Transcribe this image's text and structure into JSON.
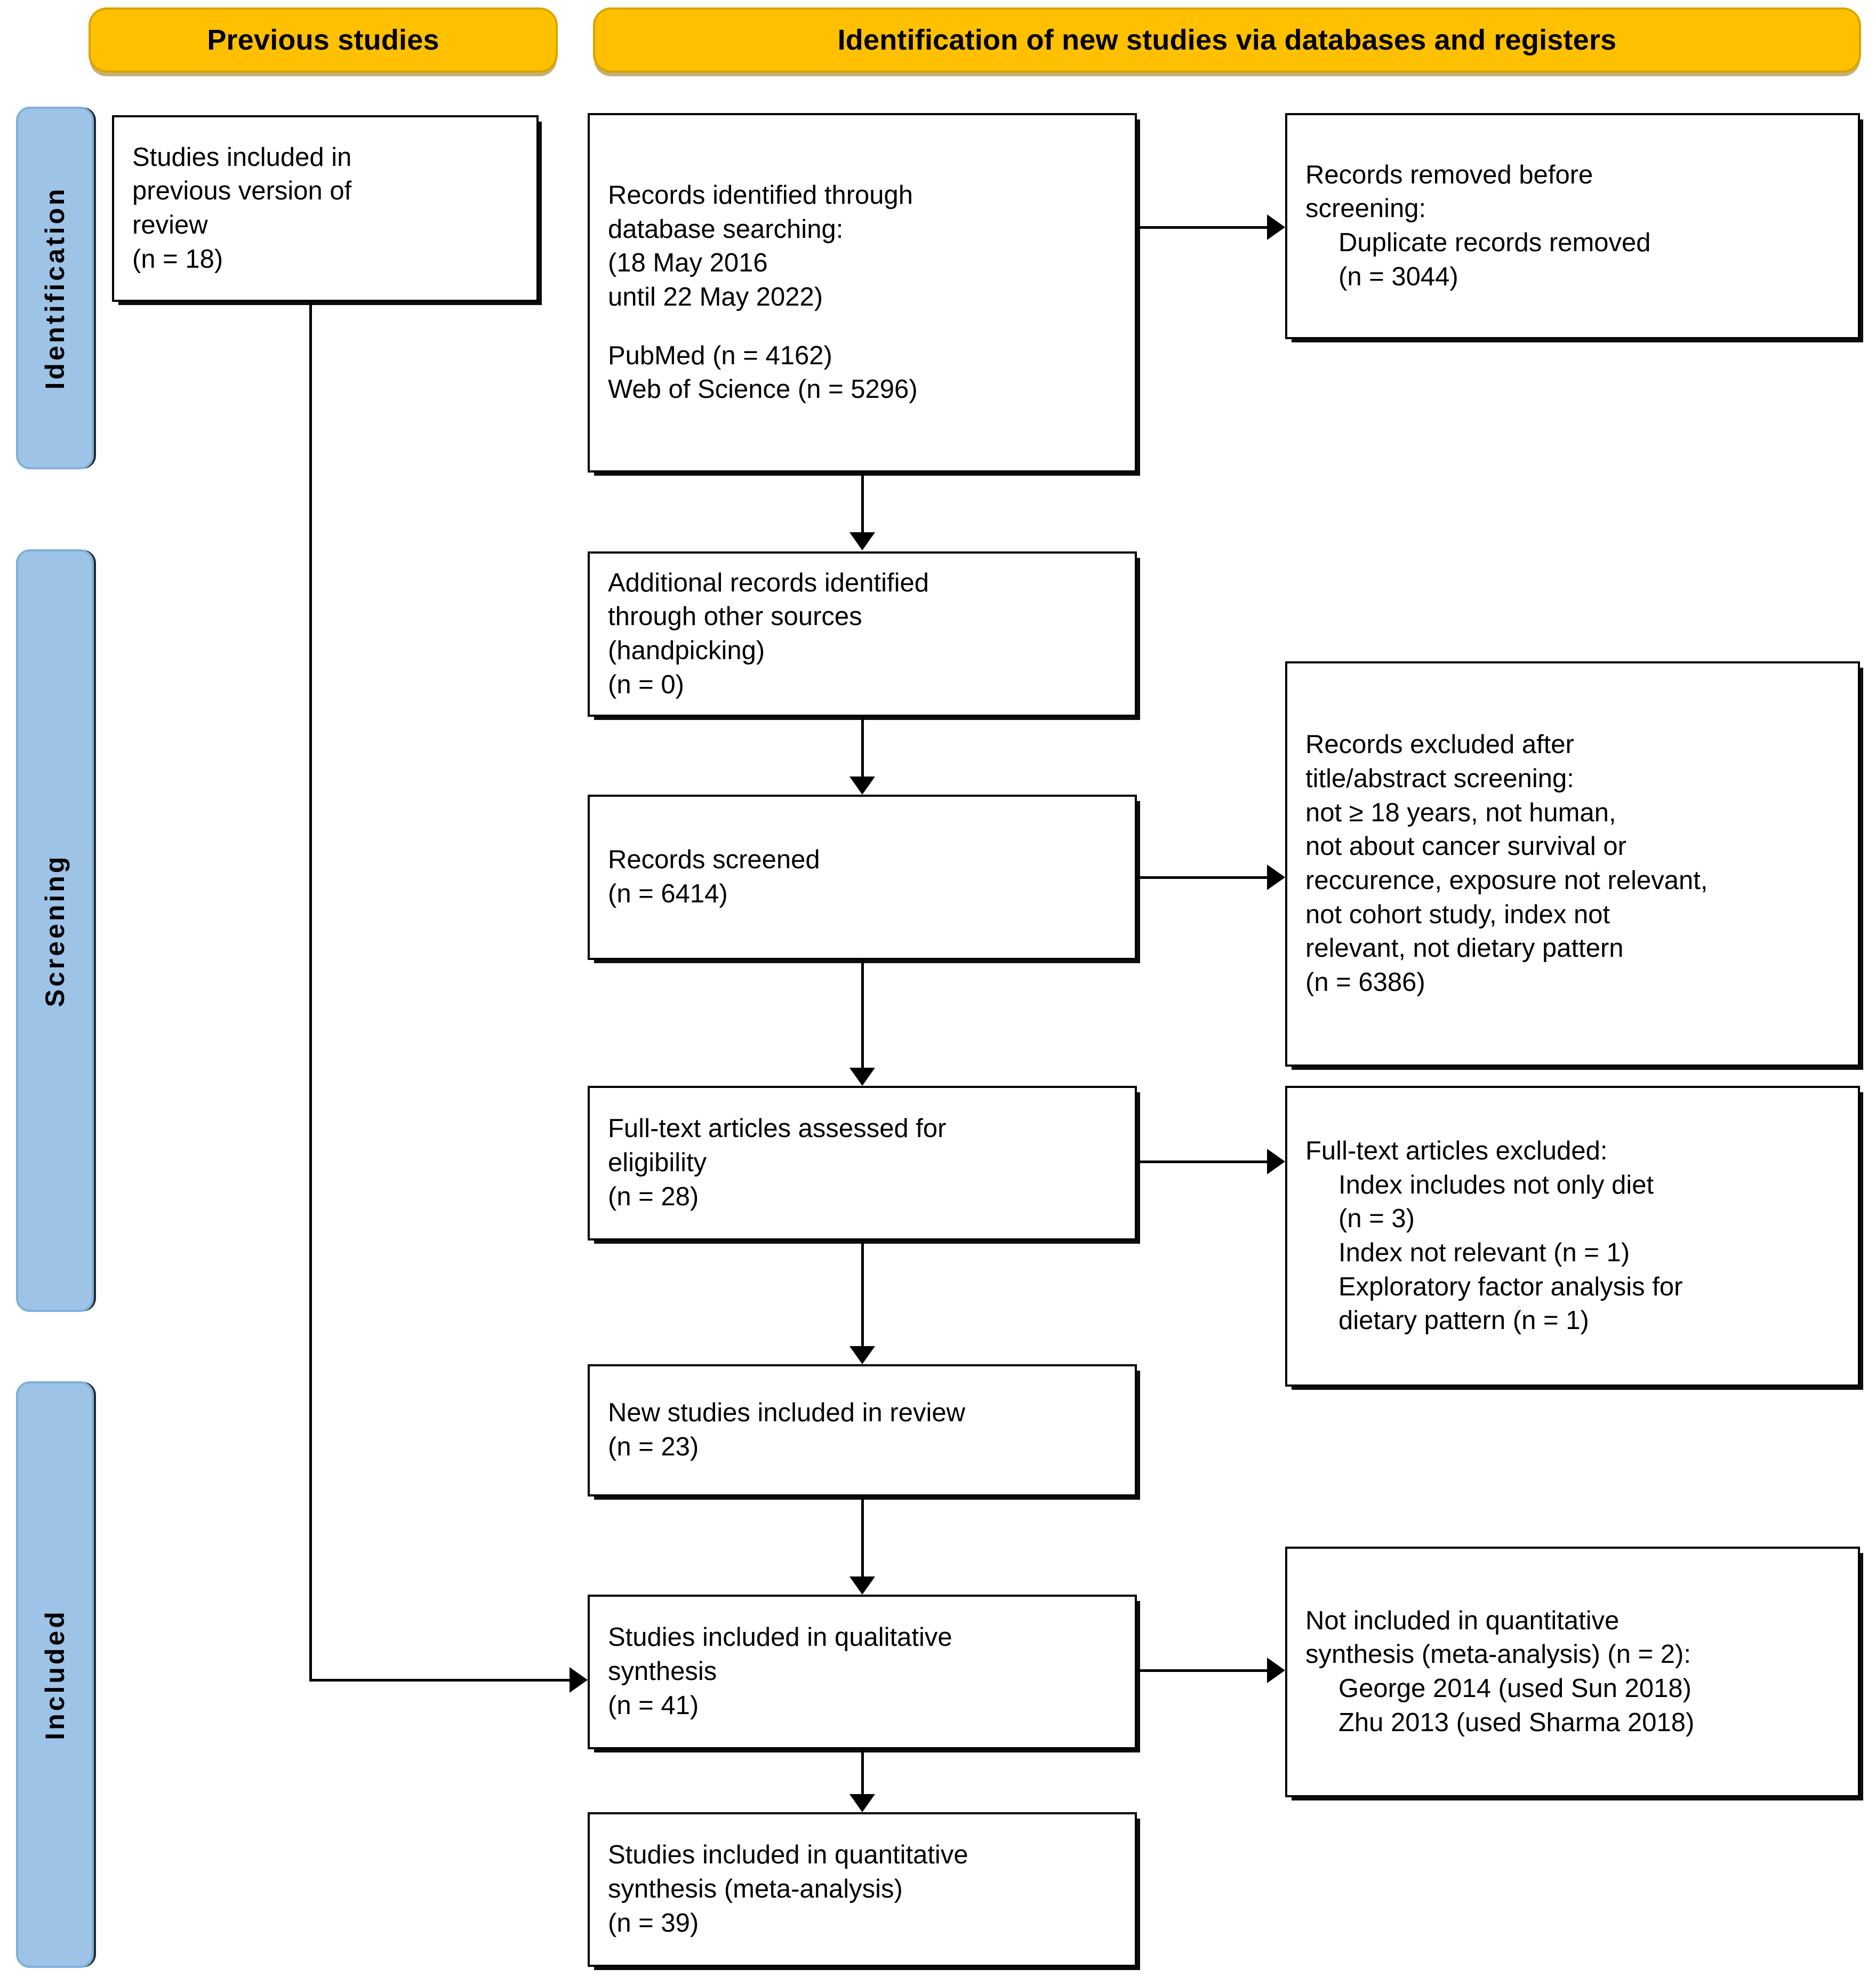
{
  "diagram": {
    "title": "PRISMA flow diagram",
    "colors": {
      "header_fill": "#FFC000",
      "header_border": "#D9A400",
      "rail_fill": "#9DC3E6",
      "rail_border": "#7FB0DC",
      "box_border": "#000000",
      "page_background": "#FFFFFF"
    }
  },
  "headers": [
    {
      "id": "previous-studies",
      "label": "Previous studies"
    },
    {
      "id": "identification-databases",
      "label": "Identification of new studies via databases and registers"
    }
  ],
  "stages": [
    {
      "id": "identification",
      "label": "Identification"
    },
    {
      "id": "screening",
      "label": "Screening"
    },
    {
      "id": "included",
      "label": "Included"
    }
  ],
  "boxes": {
    "previous_version": {
      "lines": [
        "Studies included in",
        "previous version of",
        "review",
        "(n = 18)"
      ]
    },
    "records_identified": {
      "lines": [
        "Records identified through",
        "database searching:",
        "(18 May 2016",
        "until 22 May 2022)"
      ],
      "sources": [
        "PubMed (n = 4162)",
        "Web of Science (n = 5296)"
      ]
    },
    "records_removed": {
      "lines": [
        "Records removed before",
        "screening:"
      ],
      "indented": [
        "Duplicate records removed",
        "(n = 3044)"
      ]
    },
    "additional_records": {
      "lines": [
        "Additional records identified",
        "through other sources",
        "(handpicking)",
        "(n = 0)"
      ]
    },
    "records_screened": {
      "lines": [
        "Records screened",
        "(n = 6414)"
      ]
    },
    "records_excluded": {
      "lines": [
        "Records excluded after",
        "title/abstract screening:",
        "not ≥ 18 years, not human,",
        "not about cancer survival or",
        "reccurence, exposure not relevant,",
        "not cohort study, index not",
        "relevant, not dietary pattern",
        "(n = 6386)"
      ]
    },
    "fulltext_assessed": {
      "lines": [
        "Full-text articles assessed for",
        "eligibility",
        "(n = 28)"
      ]
    },
    "fulltext_excluded": {
      "lines": [
        "Full-text articles excluded:"
      ],
      "indented": [
        "Index includes not only diet",
        "(n = 3)",
        "Index not relevant (n = 1)",
        "Exploratory factor analysis for",
        "dietary pattern (n = 1)"
      ]
    },
    "new_studies": {
      "lines": [
        "New studies included in review",
        "(n = 23)"
      ]
    },
    "qualitative_synthesis": {
      "lines": [
        "Studies included in qualitative",
        "synthesis",
        "(n = 41)"
      ]
    },
    "not_included_quantitative": {
      "lines": [
        "Not included in quantitative",
        "synthesis (meta-analysis) (n = 2):"
      ],
      "indented": [
        "George 2014 (used Sun 2018)",
        "Zhu 2013 (used Sharma 2018)"
      ]
    },
    "quantitative_synthesis": {
      "lines": [
        "Studies included in quantitative",
        "synthesis (meta-analysis)",
        "(n = 39)"
      ]
    }
  },
  "flow_counts": {
    "previous_version_n": 18,
    "pubmed_n": 4162,
    "web_of_science_n": 5296,
    "duplicates_removed_n": 3044,
    "additional_records_n": 0,
    "records_screened_n": 6414,
    "records_excluded_n": 6386,
    "fulltext_assessed_n": 28,
    "fulltext_excluded_index_not_only_diet_n": 3,
    "fulltext_excluded_index_not_relevant_n": 1,
    "fulltext_excluded_efa_n": 1,
    "new_studies_n": 23,
    "qualitative_synthesis_n": 41,
    "not_included_quantitative_n": 2,
    "quantitative_synthesis_n": 39
  }
}
